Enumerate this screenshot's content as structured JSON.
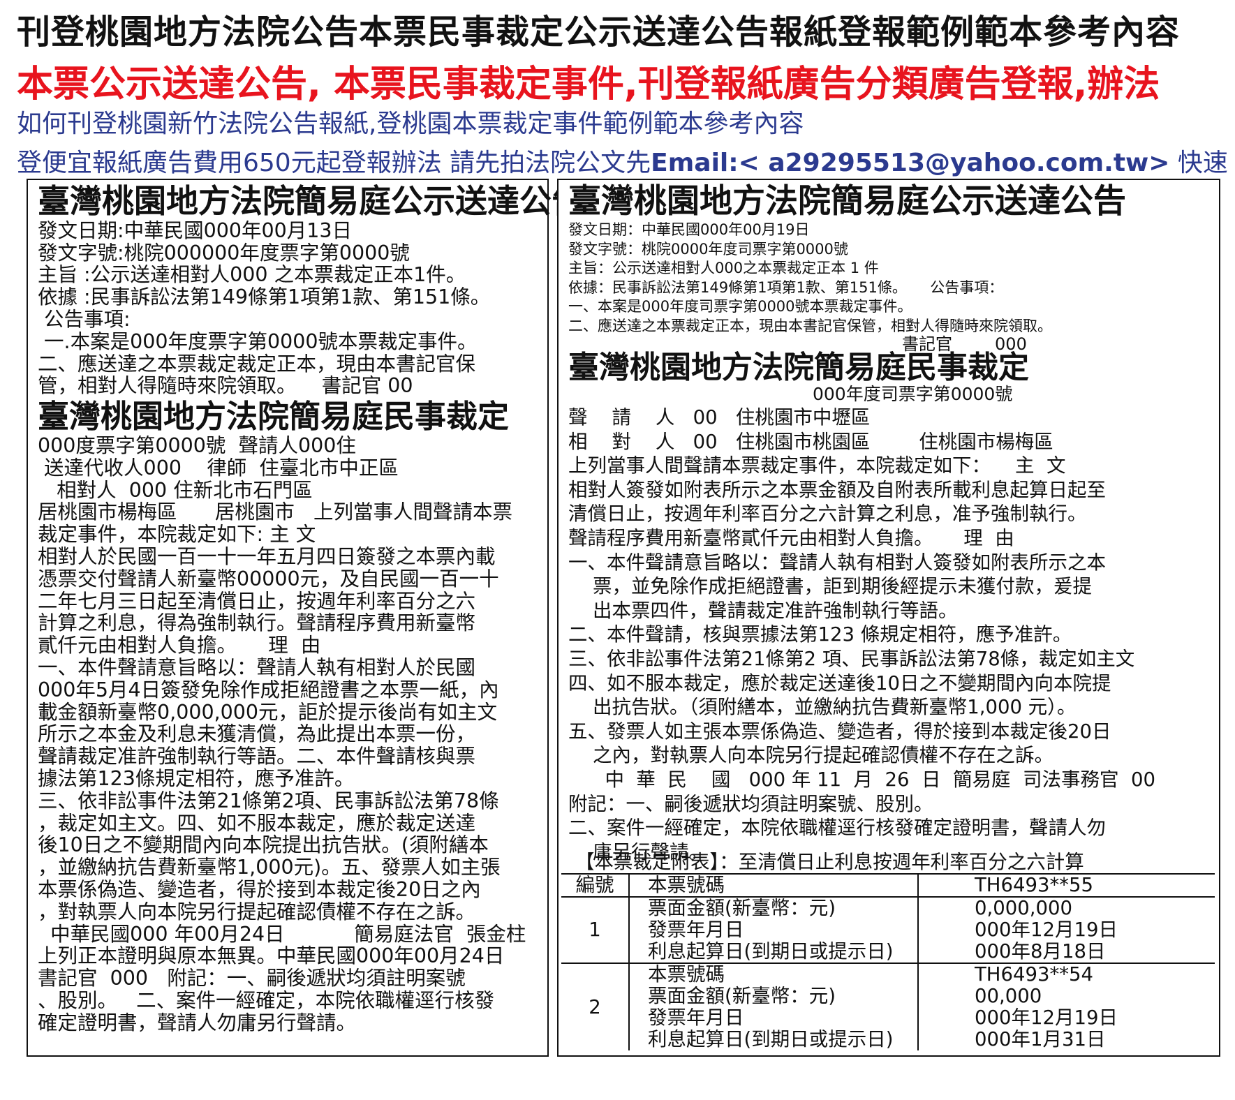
{
  "header": {
    "line1": "刊登桃園地方法院公告本票民事裁定公示送達公告報紙登報範例範本參考內容",
    "line2": "本票公示送達公告, 本票民事裁定事件,刊登報紙廣告分類廣告登報,辦法",
    "line3": "如何刊登桃園新竹法院公告報紙,登桃園本票裁定事件範例範本參考內容",
    "line4_prefix": "登便宜報紙廣告費用650元起登報辦法 請先拍法院公文先",
    "line4_email": "Email:< a29295513@yahoo.com.tw>",
    "line4_suffix": " 快速報價"
  },
  "left_notice": {
    "title1": "臺灣桃園地方法院簡易庭公示送達公告",
    "lines1": [
      "發文日期:中華民國000年00月13日",
      "發文字號:桃院000000年度票字第0000號",
      "主旨 :公示送達相對人000 之本票裁定正本1件。",
      "依據 :民事訴訟法第149條第1項第1款、第151條。",
      " 公告事項:",
      " 一.本案是000年度票字第0000號本票裁定事件。",
      "二、應送達之本票裁定裁定正本，現由本書記官保",
      "管，相對人得隨時來院領取。    書記官 00"
    ],
    "title2": "臺灣桃園地方法院簡易庭民事裁定",
    "lines2": [
      "000度票字第0000號  聲請人000住",
      " 送達代收人000    律師  住臺北市中正區",
      "   相對人  000 住新北市石門區",
      "居桃園市楊梅區      居桃園市   上列當事人間聲請本票",
      "裁定事件，本院裁定如下: 主 文",
      "相對人於民國一百一十一年五月四日簽發之本票內載",
      "憑票交付聲請人新臺幣00000元，及自民國一百一十",
      "二年七月三日起至清償日止，按週年利率百分之六",
      "計算之利息，得為強制執行。聲請程序費用新臺幣",
      "貳仟元由相對人負擔。     理  由",
      "一、本件聲請意旨略以：聲請人執有相對人於民國",
      "000年5月4日簽發免除作成拒絕證書之本票一紙，內",
      "載金額新臺幣0,000,000元，詎於提示後尚有如主文",
      "所示之本金及利息未獲清償，為此提出本票一份，",
      "聲請裁定准許強制執行等語。二、本件聲請核與票",
      "據法第123條規定相符，應予准許。",
      "三、依非訟事件法第21條第2項、民事訴訟法第78條",
      "，裁定如主文。四、如不服本裁定，應於裁定送達",
      "後10日之不變期間內向本院提出抗告狀。(須附繕本",
      "，並繳納抗告費新臺幣1,000元)。五、發票人如主張",
      "本票係偽造、變造者，得於接到本裁定後20日之內",
      "，對執票人向本院另行提起確認債權不存在之訴。",
      "  中華民國000 年00月24日           簡易庭法官  張金柱",
      "上列正本證明與原本無異。中華民國000年00月24日",
      "書記官  000   附記：一、嗣後遞狀均須註明案號",
      "、股別。   二、案件一經確定，本院依職權逕行核發",
      "確定證明書，聲請人勿庸另行聲請。"
    ]
  },
  "right_notice": {
    "title1": "臺灣桃園地方法院簡易庭公示送達公告",
    "lines1": [
      "發文日期：中華民國000年00月19日",
      "發文字號：桃院0000年度司票字第0000號",
      "主旨：公示送達相對人000之本票裁定正本 1 件",
      "依據：民事訴訟法第149條第1項第1款、第151條。     公告事項：",
      "一、本案是000年度司票字第0000號本票裁定事件。",
      "二、應送達之本票裁定正本，現由本書記官保管，相對人得隨時來院領取。"
    ],
    "clerk": "書記官        000",
    "title2": "臺灣桃園地方法院簡易庭民事裁定",
    "caseno": "000年度司票字第0000號",
    "lines2": [
      "聲    請    人   00   住桃園市中壢區",
      "相    對    人   00   住桃園市桃園區        住桃園市楊梅區",
      "上列當事人間聲請本票裁定事件，本院裁定如下：    主  文",
      "相對人簽發如附表所示之本票金額及自附表所載利息起算日起至",
      "清償日止，按週年利率百分之六計算之利息，准予強制執行。",
      "聲請程序費用新臺幣貳仟元由相對人負擔。     理  由",
      "一、本件聲請意旨略以：聲請人執有相對人簽發如附表所示之本",
      "    票，並免除作成拒絕證書，詎到期後經提示未獲付款，爰提",
      "    出本票四件，聲請裁定准許強制執行等語。",
      "二、本件聲請，核與票據法第123 條規定相符，應予准許。",
      "三、依非訟事件法第21條第2 項、民事訴訟法第78條，裁定如主文",
      "四、如不服本裁定，應於裁定送達後10日之不變期間內向本院提",
      "    出抗告狀。（須附繕本，並繳納抗告費新臺幣1,000 元）。",
      "五、發票人如主張本票係偽造、變造者，得於接到本裁定後20日",
      "    之內，對執票人向本院另行提起確認債權不存在之訴。",
      "      中  華  民    國   000 年 11  月  26  日  簡易庭  司法事務官  00",
      "附記：一、嗣後遞狀均須註明案號、股別。",
      "二、案件一經確定，本院依職權逕行核發確定證明書，聲請人勿",
      "    庸另行聲請。"
    ],
    "attachment": {
      "caption": "【本票裁定附表】：至清償日止利息按週年利率百分之六計算",
      "col_no": "編號",
      "col_item": "本票號碼",
      "rows": [
        {
          "no": "1",
          "items": [
            {
              "label": "本票號碼",
              "value": "TH6493**55"
            },
            {
              "label": "票面金額(新臺幣：元)",
              "value": "0,000,000"
            },
            {
              "label": "發票年月日",
              "value": "000年12月19日"
            },
            {
              "label": "利息起算日(到期日或提示日)",
              "value": "000年8月18日"
            }
          ]
        },
        {
          "no": "2",
          "items": [
            {
              "label": "本票號碼",
              "value": "TH6493**54"
            },
            {
              "label": "票面金額(新臺幣：元)",
              "value": "00,000"
            },
            {
              "label": "發票年月日",
              "value": "000年12月19日"
            },
            {
              "label": "利息起算日(到期日或提示日)",
              "value": "000年1月31日"
            }
          ]
        }
      ]
    }
  }
}
